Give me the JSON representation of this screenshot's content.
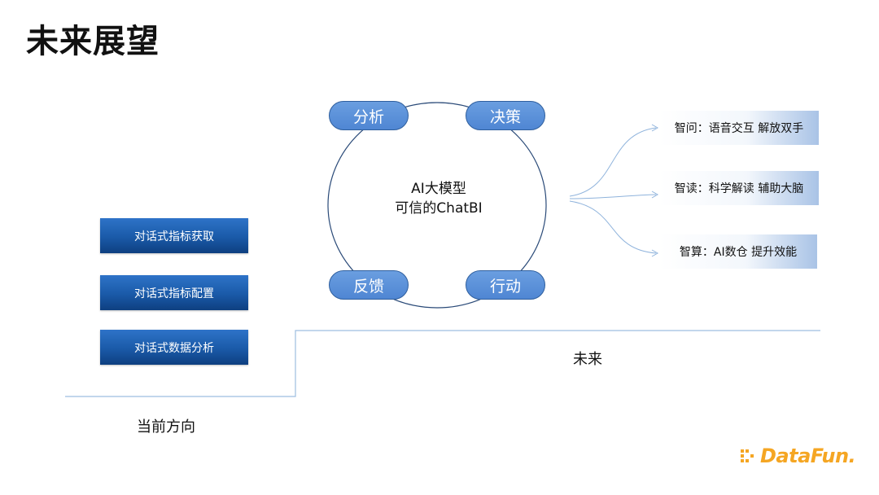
{
  "page_title": "未来展望",
  "cycle": {
    "center_line1": "AI大模型",
    "center_line2": "可信的ChatBI",
    "nodes": {
      "analyze": "分析",
      "decide": "决策",
      "feedback": "反馈",
      "act": "行动"
    }
  },
  "current_items": [
    "对话式指标获取",
    "对话式指标配置",
    "对话式数据分析"
  ],
  "future_items": [
    "智问：语音交互 解放双手",
    "智读：科学解读 辅助大脑",
    "智算：AI数仓 提升效能"
  ],
  "labels": {
    "current": "当前方向",
    "future": "未来"
  },
  "logo": "DataFun.",
  "colors": {
    "pill_blue": "#5b8fd8",
    "box_blue": "#1a5aa8",
    "line_blue": "#9dbde0",
    "logo_orange": "#f5a623"
  }
}
